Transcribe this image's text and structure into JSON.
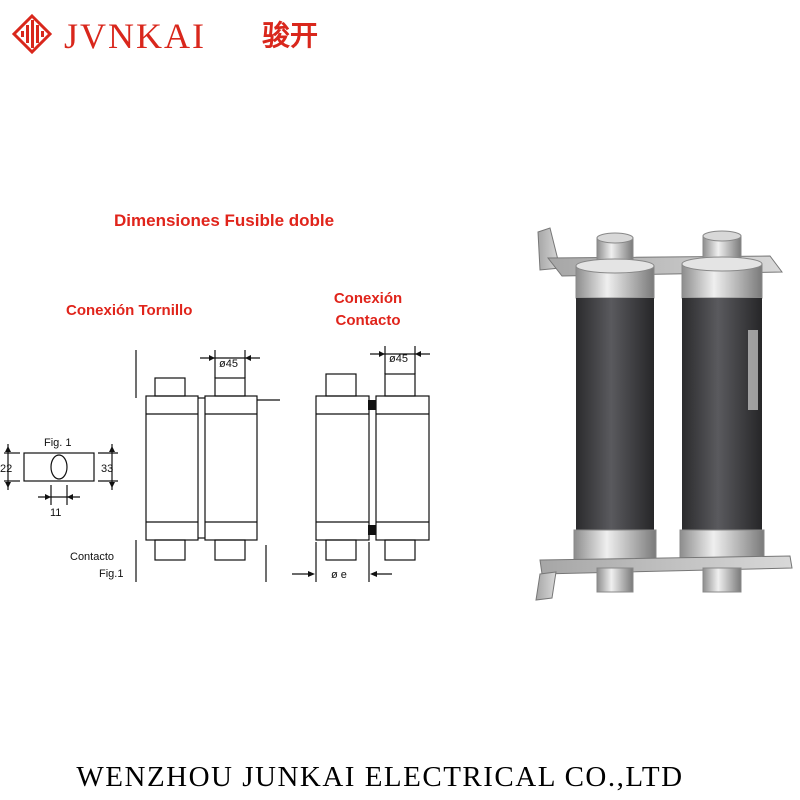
{
  "colors": {
    "brand_red": "#d9271c",
    "heading_red": "#e0241b",
    "ink": "#111111"
  },
  "brand": {
    "name": "JVNKAI",
    "name_cn": "骏开",
    "logo_icon": "diamond-lines-logo"
  },
  "diagram": {
    "title": "Dimensiones Fusible doble",
    "screw_connection": {
      "label": "Conexión Tornillo",
      "fig_label": "Fig. 1",
      "dim_height_left": "22",
      "dim_height_right": "33",
      "dim_width": "11",
      "contact_label_line1": "Contacto",
      "contact_label_line2": "Fig.1",
      "diameter_label": "ø45"
    },
    "contact_connection": {
      "label_line1": "Conexión",
      "label_line2": "Contacto",
      "diameter_label": "ø45",
      "width_label": "ø e"
    }
  },
  "photo": {
    "icon": "double-fuse-photo"
  },
  "footer": {
    "company": "WENZHOU JUNKAI ELECTRICAL CO.,LTD"
  }
}
